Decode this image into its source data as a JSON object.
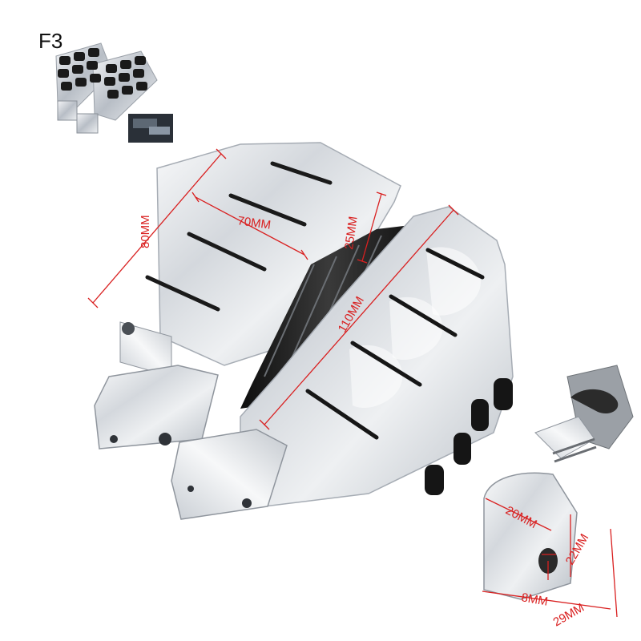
{
  "variant": {
    "label": "F3"
  },
  "dimensions": {
    "length_80": "80MM",
    "width_70": "70MM",
    "gap_25": "25MM",
    "length_110": "110MM",
    "clamp_width_20": "20MM",
    "clamp_height_22": "22MM",
    "hole_8": "8MM",
    "clamp_length_29": "29MM"
  },
  "colors": {
    "dimension_line": "#d92020",
    "chrome": "#d9dde2",
    "rubber": "#1c1c1c"
  }
}
